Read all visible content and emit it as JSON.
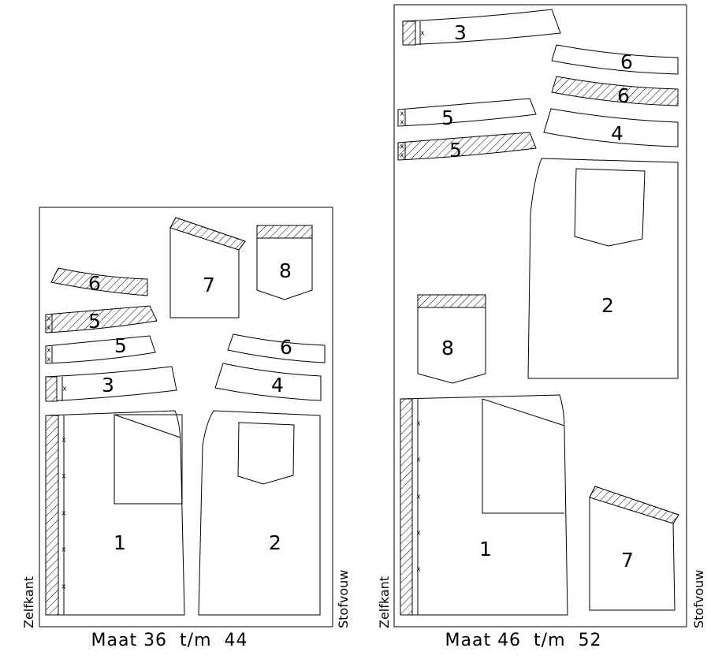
{
  "layouts": [
    {
      "size_caption": "Maat 36  t/m  44",
      "selvage_label": "Zelfkant",
      "fold_label": "Stofvouw",
      "piece_numbers": [
        "6",
        "5",
        "5",
        "3",
        "7",
        "8",
        "6",
        "4",
        "1",
        "2"
      ]
    },
    {
      "size_caption": "Maat 46  t/m  52",
      "selvage_label": "Zelfkant",
      "fold_label": "Stofvouw",
      "piece_numbers": [
        "3",
        "6",
        "6",
        "5",
        "5",
        "4",
        "2",
        "8",
        "1",
        "7"
      ]
    }
  ],
  "marker_symbol": "x"
}
